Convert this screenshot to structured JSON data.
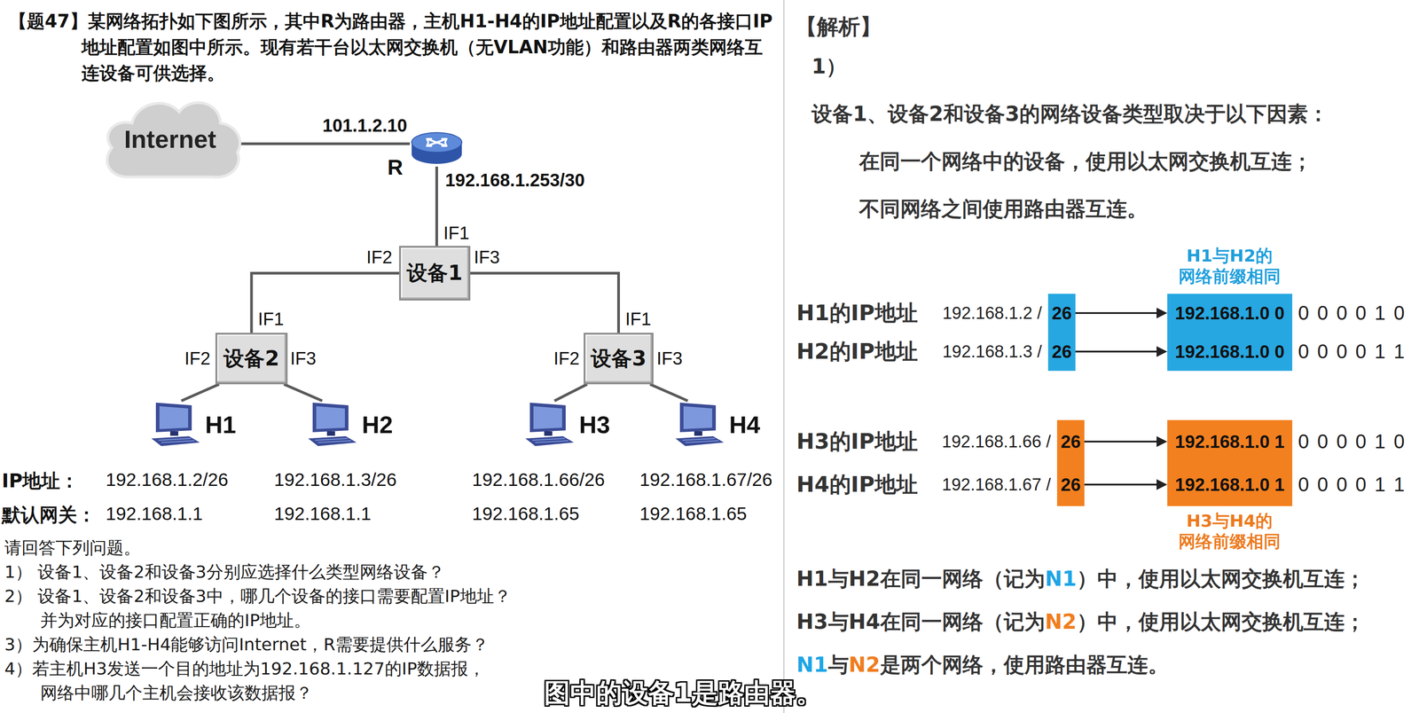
{
  "diagram": {
    "caption": "图中的设备1是路由器。",
    "nodes": [
      {
        "text": [
          "Internet"
        ]
      },
      {
        "text": [
          "R"
        ]
      },
      {
        "text": [
          "设备1"
        ]
      },
      {
        "text": [
          "设备2"
        ]
      },
      {
        "text": [
          "设备3"
        ]
      },
      {
        "text": [
          "H1"
        ]
      },
      {
        "text": [
          "H2"
        ]
      },
      {
        "text": [
          "H3"
        ]
      },
      {
        "text": [
          "H4"
        ]
      },
      {
        "text": [
          "26"
        ]
      },
      {
        "text": [
          "192.168.1.0 0"
        ]
      },
      {
        "text": [
          "26"
        ]
      },
      {
        "text": [
          "192.168.1.0 0"
        ]
      },
      {
        "text": [
          "26"
        ]
      },
      {
        "text": [
          "192.168.1.0 1"
        ]
      },
      {
        "text": [
          "26"
        ]
      },
      {
        "text": [
          "192.168.1.0 1"
        ]
      }
    ],
    "edges": [
      {
        "from": 0,
        "to": 1,
        "arrow": "none",
        "label": "101.1.2.10"
      },
      {
        "from": 1,
        "to": 2,
        "arrow": "none",
        "label": "192.168.1.253/30"
      },
      {
        "from": 2,
        "to": 3,
        "arrow": "none"
      },
      {
        "from": 2,
        "to": 4,
        "arrow": "none"
      },
      {
        "from": 3,
        "to": 5,
        "arrow": "none"
      },
      {
        "from": 3,
        "to": 6,
        "arrow": "none"
      },
      {
        "from": 4,
        "to": 7,
        "arrow": "none"
      },
      {
        "from": 4,
        "to": 8,
        "arrow": "none"
      },
      {
        "from": 9,
        "to": 10,
        "arrow": "to"
      },
      {
        "from": 11,
        "to": 12,
        "arrow": "to"
      },
      {
        "from": 13,
        "to": 14,
        "arrow": "to"
      },
      {
        "from": 15,
        "to": 16,
        "arrow": "to"
      }
    ],
    "labels": [
      "【题47】某网络拓扑如下图所示，其中R为路由器，主机H1-H4的IP地址配置以及R的各接口IP地址配置如图中所示。现有若干台以太网交换机（无VLAN功能）和路由器两类网络互连设备可供选择。",
      "IF1",
      "IF2",
      "IF3",
      "IF1",
      "IF2",
      "IF3",
      "IF1",
      "IF2",
      "IF3",
      "IP地址：",
      "192.168.1.2/26",
      "192.168.1.3/26",
      "192.168.1.66/26",
      "192.168.1.67/26",
      "默认网关：",
      "192.168.1.1",
      "192.168.1.1",
      "192.168.1.65",
      "192.168.1.65",
      "请回答下列问题。",
      "1） 设备1、设备2和设备3分别应选择什么类型网络设备？",
      "2） 设备1、设备2和设备3中，哪几个设备的接口需要配置IP地址？ 并为对应的接口配置正确的IP地址。",
      "3）为确保主机H1-H4能够访问Internet，R需要提供什么服务？",
      "4）若主机H3发送一个目的地址为192.168.1.127的IP数据报， 网络中哪几个主机会接收该数据报？",
      "【解析】",
      "1）",
      "设备1、设备2和设备3的网络设备类型取决于以下因素：",
      "在同一个网络中的设备，使用以太网交换机互连；",
      "不同网络之间使用路由器互连。",
      "H1与H2的 网络前缀相同",
      "H1的IP地址",
      "192.168.1.2 /",
      "0 0 0 0 1 0",
      "H2的IP地址",
      "192.168.1.3 /",
      "0 0 0 0 1 1",
      "H3的IP地址",
      "192.168.1.66 /",
      "0 0 0 0 1 0",
      "H4的IP地址",
      "192.168.1.67 /",
      "0 0 0 0 1 1",
      "H3与H4的 网络前缀相同",
      "H1与H2在同一网络（记为",
      "N1",
      "）中，使用以太网交换机互连；",
      "H3与H4在同一网络（记为",
      "N2",
      "）中，使用以太网交换机互连；",
      "N1",
      "与",
      "N2",
      "是两个网络，使用路由器互连。"
    ]
  }
}
